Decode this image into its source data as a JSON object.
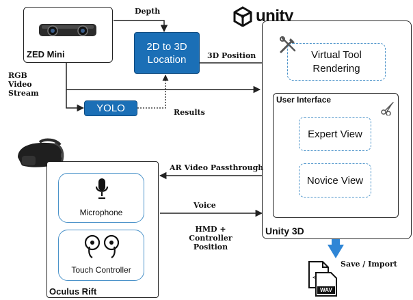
{
  "devices": {
    "zed_mini": "ZED Mini",
    "oculus_rift": "Oculus Rift"
  },
  "stream_label": "RGB Video Stream",
  "depth_label": "Depth",
  "location_box": "2D to 3D Location",
  "yolo_box": "YOLO",
  "results_label": "Results",
  "position_label": "3D Position",
  "unity": {
    "logo_text": "unity",
    "container_label": "Unity 3D",
    "virtual_tool": "Virtual Tool Rendering",
    "user_interface": "User Interface",
    "expert_view": "Expert View",
    "novice_view": "Novice View"
  },
  "passthrough_label": "AR Video Passthrough",
  "voice_label": "Voice",
  "hmd_label": "HMD + Controller Position",
  "rift": {
    "microphone": "Microphone",
    "touch_controller": "Touch Controller"
  },
  "save_label": "Save / Import",
  "file_icon_text": "WAV",
  "colors": {
    "process_blue": "#1b6fb6",
    "dash_blue": "#4a92c9",
    "double_arrow": "#2f86d6"
  }
}
